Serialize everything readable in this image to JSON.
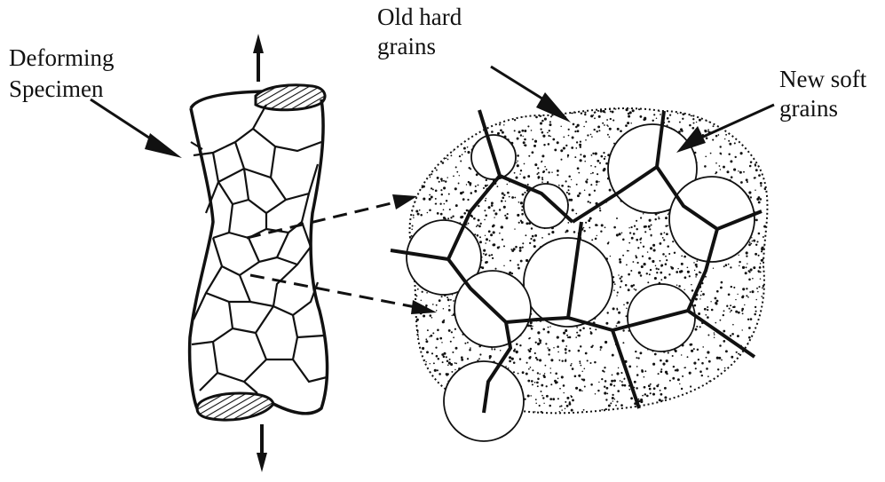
{
  "labels": {
    "deforming_line1": "Deforming",
    "deforming_line2": "Specimen",
    "old_line1": "Old hard",
    "old_line2": "grains",
    "new_line1": "New soft",
    "new_line2": "grains"
  },
  "colors": {
    "ink": "#111111",
    "background": "#ffffff"
  }
}
